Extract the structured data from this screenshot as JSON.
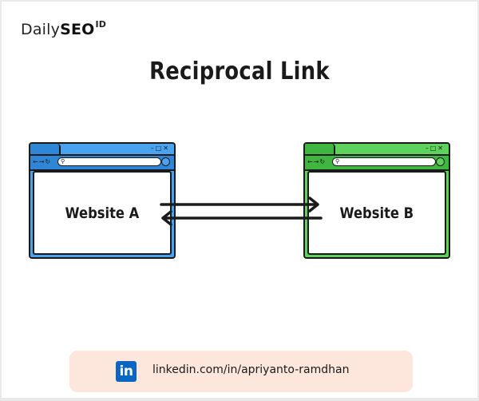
{
  "brand": {
    "prefix": "Daily",
    "bold": "SEO",
    "superscript": "ID"
  },
  "title": "Reciprocal Link",
  "browsers": [
    {
      "label": "Website A",
      "color": "#4aa3ee",
      "window_controls": "–□✕",
      "nav_icons": "←→↻"
    },
    {
      "label": "Website B",
      "color": "#5dd35d",
      "window_controls": "–□✕",
      "nav_icons": "←→↻"
    }
  ],
  "icons": {
    "search": "search-icon",
    "linkedin": "linkedin-icon"
  },
  "footer": {
    "linkedin_glyph": "in",
    "url": "linkedin.com/in/apriyanto-ramdhan",
    "color": "#fde6db"
  }
}
